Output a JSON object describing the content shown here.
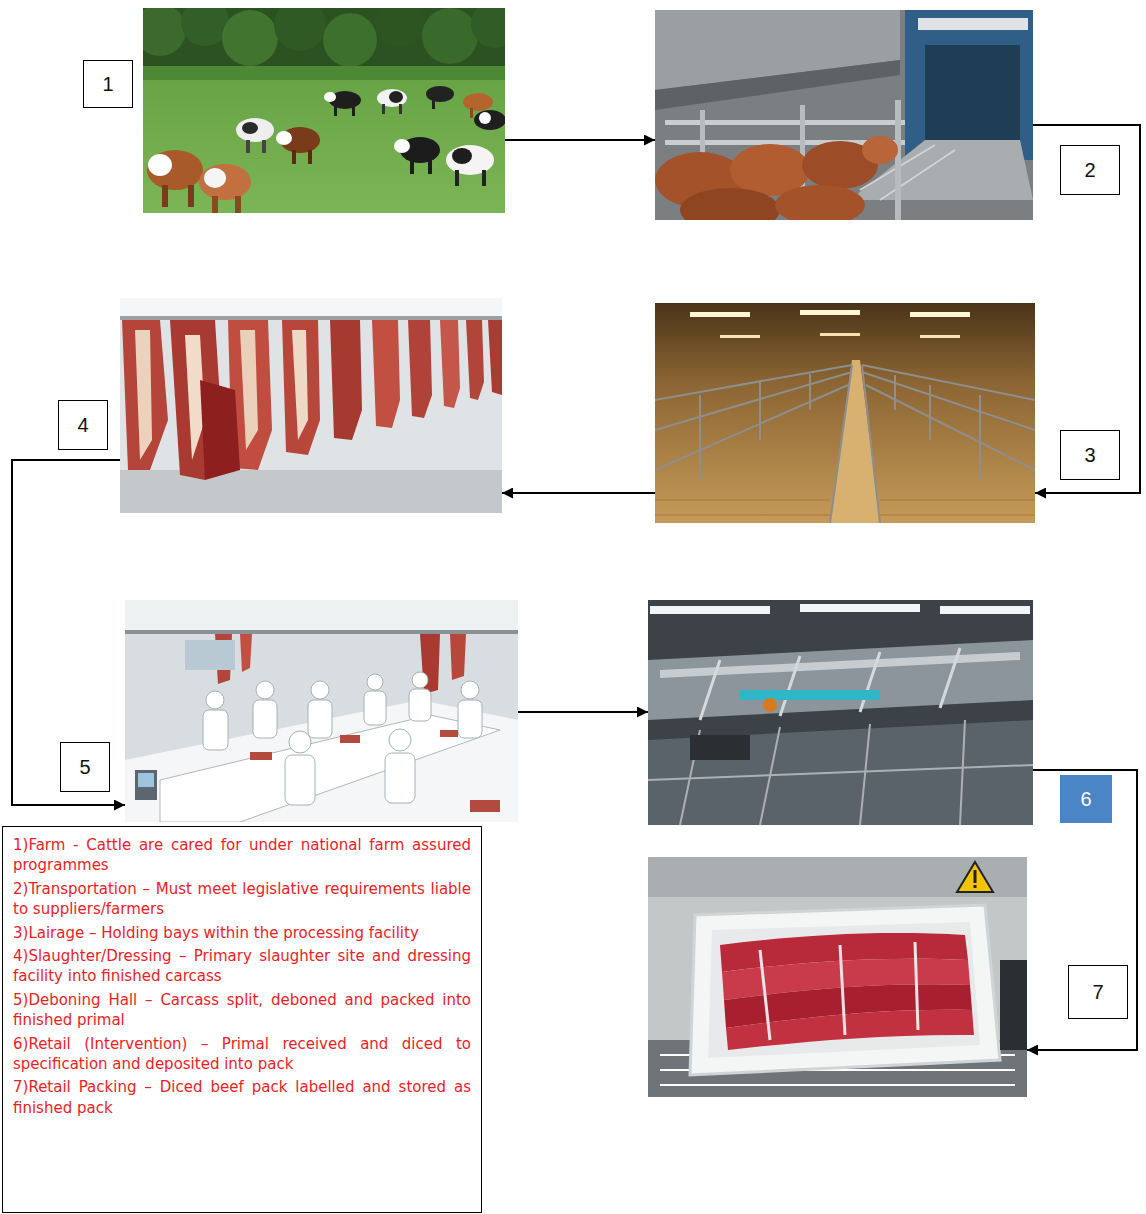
{
  "diagram": {
    "nodes": [
      {
        "text": [
          "1"
        ]
      },
      {
        "text": [
          "2"
        ]
      },
      {
        "text": [
          "3"
        ]
      },
      {
        "text": [
          "4"
        ]
      },
      {
        "text": [
          "5"
        ]
      },
      {
        "text": [
          "6"
        ]
      },
      {
        "text": [
          "7"
        ]
      },
      {
        "text": [
          "1)Farm - Cattle are cared for under national farm assured programmes",
          "2)Transportation – Must meet legislative requirements liable to suppliers/farmers",
          "3)Lairage – Holding bays within the processing facility",
          "4)Slaughter/Dressing – Primary slaughter site and dressing facility into finished carcass",
          "5)Deboning Hall – Carcass split, deboned and packed into finished primal",
          "6)Retail (Intervention) – Primal received and diced to specification and deposited into pack",
          "7)Retail Packing – Diced beef pack labelled and stored as finished pack"
        ]
      }
    ],
    "edges": [
      {
        "from": 0,
        "to": 1,
        "arrow": "to"
      },
      {
        "from": 1,
        "to": 2,
        "arrow": "to"
      },
      {
        "from": 2,
        "to": 3,
        "arrow": "to"
      },
      {
        "from": 3,
        "to": 4,
        "arrow": "to"
      },
      {
        "from": 4,
        "to": 5,
        "arrow": "to"
      },
      {
        "from": 5,
        "to": 6,
        "arrow": "to"
      }
    ]
  }
}
